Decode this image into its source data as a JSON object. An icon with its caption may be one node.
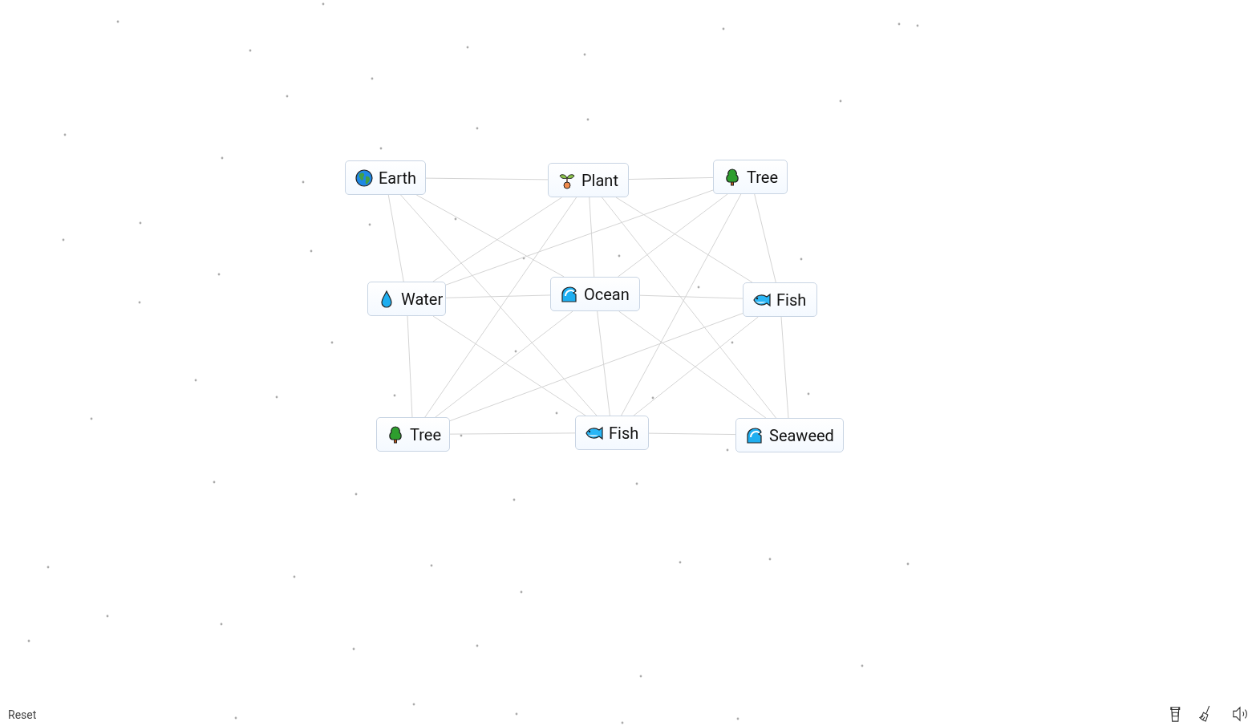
{
  "diagram": {
    "nodes": [
      {
        "text": [
          "Earth"
        ]
      },
      {
        "text": [
          "Plant"
        ]
      },
      {
        "text": [
          "Tree"
        ]
      },
      {
        "text": [
          "Water"
        ]
      },
      {
        "text": [
          "Ocean"
        ]
      },
      {
        "text": [
          "Fish"
        ]
      },
      {
        "text": [
          "Tree"
        ]
      },
      {
        "text": [
          "Fish"
        ]
      },
      {
        "text": [
          "Seaweed"
        ]
      }
    ],
    "edges": [
      {
        "from": 0,
        "to": 1,
        "arrow": "none"
      },
      {
        "from": 1,
        "to": 2,
        "arrow": "none"
      },
      {
        "from": 0,
        "to": 3,
        "arrow": "none"
      },
      {
        "from": 0,
        "to": 4,
        "arrow": "none"
      },
      {
        "from": 0,
        "to": 7,
        "arrow": "none"
      },
      {
        "from": 1,
        "to": 3,
        "arrow": "none"
      },
      {
        "from": 1,
        "to": 6,
        "arrow": "none"
      },
      {
        "from": 1,
        "to": 4,
        "arrow": "none"
      },
      {
        "from": 1,
        "to": 5,
        "arrow": "none"
      },
      {
        "from": 1,
        "to": 8,
        "arrow": "none"
      },
      {
        "from": 2,
        "to": 4,
        "arrow": "none"
      },
      {
        "from": 2,
        "to": 7,
        "arrow": "none"
      },
      {
        "from": 2,
        "to": 5,
        "arrow": "none"
      },
      {
        "from": 2,
        "to": 3,
        "arrow": "none"
      },
      {
        "from": 3,
        "to": 4,
        "arrow": "none"
      },
      {
        "from": 3,
        "to": 6,
        "arrow": "none"
      },
      {
        "from": 3,
        "to": 7,
        "arrow": "none"
      },
      {
        "from": 4,
        "to": 5,
        "arrow": "none"
      },
      {
        "from": 4,
        "to": 6,
        "arrow": "none"
      },
      {
        "from": 4,
        "to": 7,
        "arrow": "none"
      },
      {
        "from": 4,
        "to": 8,
        "arrow": "none"
      },
      {
        "from": 5,
        "to": 7,
        "arrow": "none"
      },
      {
        "from": 5,
        "to": 8,
        "arrow": "none"
      },
      {
        "from": 5,
        "to": 6,
        "arrow": "none"
      },
      {
        "from": 6,
        "to": 7,
        "arrow": "none"
      },
      {
        "from": 7,
        "to": 8,
        "arrow": "none"
      }
    ],
    "labels": [
      "Reset"
    ]
  }
}
